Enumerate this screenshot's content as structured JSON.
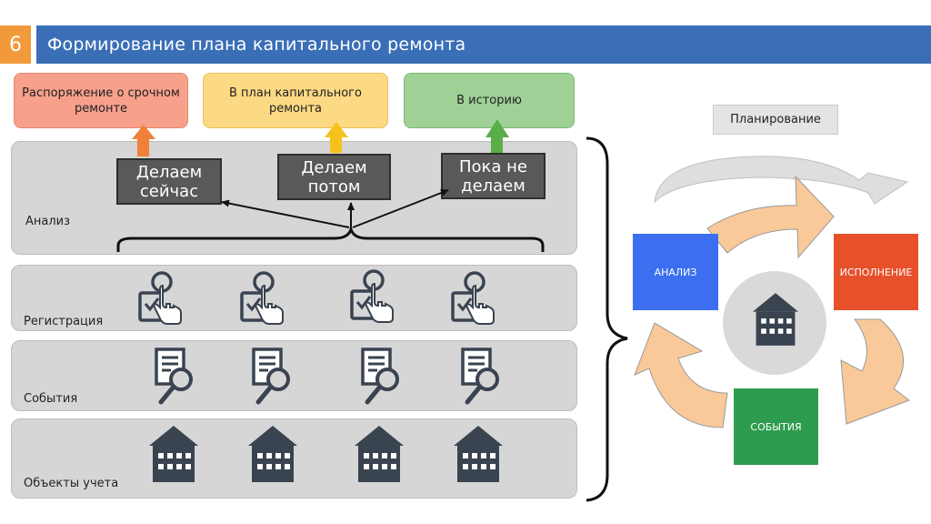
{
  "slide": {
    "number": "6",
    "title": "Формирование плана капитального ремонта"
  },
  "outcomes": [
    {
      "label": "Распоряжение о срочном ремонте",
      "color": "#f7a08c",
      "arrow_color": "#f0803a"
    },
    {
      "label": "В план капитального ремонта",
      "color": "#fcd983",
      "arrow_color": "#f5c21b"
    },
    {
      "label": "В историю",
      "color": "#9fd196",
      "arrow_color": "#5aae4a"
    }
  ],
  "decisions": [
    {
      "label": "Делаем сейчас"
    },
    {
      "label": "Делаем потом"
    },
    {
      "label": "Пока не делаем"
    }
  ],
  "layers": {
    "analysis": "Анализ",
    "registration": "Регистрация",
    "events": "События",
    "objects": "Объекты учета"
  },
  "icons": {
    "registration": "checklist-touch-icon",
    "events": "document-search-icon",
    "objects": "house-icon"
  },
  "cycle": {
    "planning": "Планирование",
    "analysis": "АНАЛИЗ",
    "execution": "ИСПОЛНЕНИЕ",
    "events": "СОБЫТИЯ",
    "center_icon": "house-icon",
    "colors": {
      "analysis": "#3c6ff0",
      "execution": "#e6502b",
      "events": "#2e9c4e",
      "arrows": "#f9c99a"
    }
  }
}
